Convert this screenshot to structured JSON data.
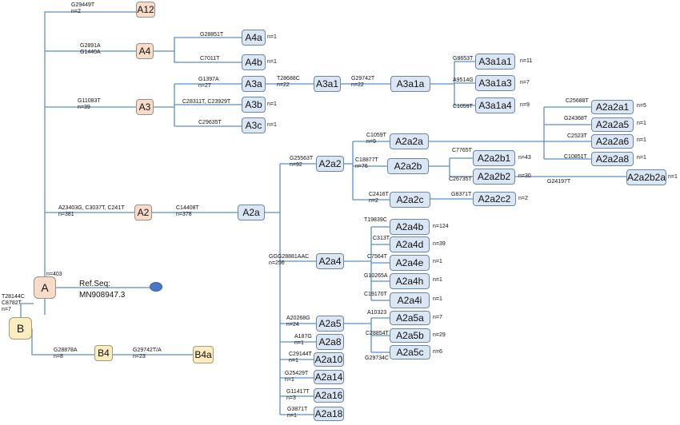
{
  "nodes": [
    {
      "id": "A",
      "label": "A",
      "color": "orange"
    },
    {
      "id": "B",
      "label": "B",
      "color": "yellow"
    },
    {
      "id": "A12",
      "label": "A12",
      "color": "orange"
    },
    {
      "id": "A4",
      "label": "A4",
      "color": "orange"
    },
    {
      "id": "A4a",
      "label": "A4a"
    },
    {
      "id": "A4b",
      "label": "A4b"
    },
    {
      "id": "A3",
      "label": "A3",
      "color": "orange"
    },
    {
      "id": "A3a",
      "label": "A3a"
    },
    {
      "id": "A3b",
      "label": "A3b"
    },
    {
      "id": "A3c",
      "label": "A3c"
    },
    {
      "id": "A3a1",
      "label": "A3a1"
    },
    {
      "id": "A3a1a",
      "label": "A3a1a"
    },
    {
      "id": "A3a1a1",
      "label": "A3a1a1"
    },
    {
      "id": "A3a1a3",
      "label": "A3a1a3"
    },
    {
      "id": "A3a1a4",
      "label": "A3a1a4"
    },
    {
      "id": "A2",
      "label": "A2",
      "color": "orange"
    },
    {
      "id": "A2a",
      "label": "A2a"
    },
    {
      "id": "A2a2",
      "label": "A2a2"
    },
    {
      "id": "A2a2a",
      "label": "A2a2a"
    },
    {
      "id": "A2a2b",
      "label": "A2a2b"
    },
    {
      "id": "A2a2c",
      "label": "A2a2c"
    },
    {
      "id": "A2a2a1",
      "label": "A2a2a1"
    },
    {
      "id": "A2a2a5",
      "label": "A2a2a5"
    },
    {
      "id": "A2a2a6",
      "label": "A2a2a6"
    },
    {
      "id": "A2a2a8",
      "label": "A2a2a8"
    },
    {
      "id": "A2a2b1",
      "label": "A2a2b1"
    },
    {
      "id": "A2a2b2",
      "label": "A2a2b2"
    },
    {
      "id": "A2a2b2a",
      "label": "A2a2b2a"
    },
    {
      "id": "A2a2c2",
      "label": "A2a2c2"
    },
    {
      "id": "A2a4",
      "label": "A2a4"
    },
    {
      "id": "A2a4b",
      "label": "A2a4b"
    },
    {
      "id": "A2a4d",
      "label": "A2a4d"
    },
    {
      "id": "A2a4e",
      "label": "A2a4e"
    },
    {
      "id": "A2a4h",
      "label": "A2a4h"
    },
    {
      "id": "A2a4i",
      "label": "A2a4i"
    },
    {
      "id": "A2a5",
      "label": "A2a5"
    },
    {
      "id": "A2a5a",
      "label": "A2a5a"
    },
    {
      "id": "A2a5b",
      "label": "A2a5b"
    },
    {
      "id": "A2a5c",
      "label": "A2a5c"
    },
    {
      "id": "A2a8",
      "label": "A2a8"
    },
    {
      "id": "A2a10",
      "label": "A2a10"
    },
    {
      "id": "A2a14",
      "label": "A2a14"
    },
    {
      "id": "A2a16",
      "label": "A2a16"
    },
    {
      "id": "A2a18",
      "label": "A2a18"
    },
    {
      "id": "B4",
      "label": "B4",
      "color": "yellow"
    },
    {
      "id": "B4a",
      "label": "B4a",
      "color": "yellow"
    }
  ],
  "edges": [
    {
      "from": "B",
      "to": "A",
      "mutation": "T28144C\nC8782T\nn=7",
      "count": "n=403"
    },
    {
      "from": "A",
      "to": "A12",
      "mutation": "G29449T\nn=2"
    },
    {
      "from": "A",
      "to": "A4",
      "mutation": "G2891A\nG1440A"
    },
    {
      "from": "A4",
      "to": "A4a",
      "mutation": "G28851T",
      "count": "n=1"
    },
    {
      "from": "A4",
      "to": "A4b",
      "mutation": "C7011T",
      "count": "n=1"
    },
    {
      "from": "A",
      "to": "A3",
      "mutation": "G11083T\nn=39"
    },
    {
      "from": "A3",
      "to": "A3a",
      "mutation": "G1397A\nn=27"
    },
    {
      "from": "A3",
      "to": "A3b",
      "mutation": "C28311T, C23929T",
      "count": "n=1"
    },
    {
      "from": "A3",
      "to": "A3c",
      "mutation": "C29635T",
      "count": "n=1"
    },
    {
      "from": "A3a",
      "to": "A3a1",
      "mutation": "T28688C\nn=22"
    },
    {
      "from": "A3a1",
      "to": "A3a1a",
      "mutation": "G29742T\nn=22"
    },
    {
      "from": "A3a1a",
      "to": "A3a1a1",
      "mutation": "G8653T",
      "count": "n=11"
    },
    {
      "from": "A3a1a",
      "to": "A3a1a3",
      "mutation": "A9514G",
      "count": "n=7"
    },
    {
      "from": "A3a1a",
      "to": "A3a1a4",
      "mutation": "C1059T",
      "count": "n=9"
    },
    {
      "from": "A",
      "to": "A2",
      "mutation": "A23403G, C3037T, C241T\nn=381"
    },
    {
      "from": "A2",
      "to": "A2a",
      "mutation": "C14408T\nn=378"
    },
    {
      "from": "A2a",
      "to": "A2a2",
      "mutation": "G25563T\nn=92"
    },
    {
      "from": "A2a2",
      "to": "A2a2a",
      "mutation": "C1059T\nn=9"
    },
    {
      "from": "A2a2",
      "to": "A2a2b",
      "mutation": "C18877T\nn=76"
    },
    {
      "from": "A2a2",
      "to": "A2a2c",
      "mutation": "C2416T\nn=2"
    },
    {
      "from": "A2a2a",
      "to": "A2a2a1",
      "mutation": "C25688T",
      "count": "n=5"
    },
    {
      "from": "A2a2a",
      "to": "A2a2a5",
      "mutation": "G24368T",
      "count": "n=1"
    },
    {
      "from": "A2a2a",
      "to": "A2a2a6",
      "mutation": "C2523T",
      "count": "n=1"
    },
    {
      "from": "A2a2a",
      "to": "A2a2a8",
      "mutation": "C10851T",
      "count": "n=1"
    },
    {
      "from": "A2a2b",
      "to": "A2a2b1",
      "mutation": "C7765T",
      "count": "n=43"
    },
    {
      "from": "A2a2b",
      "to": "A2a2b2",
      "mutation": "C26735T",
      "count": "n=30"
    },
    {
      "from": "A2a2b2",
      "to": "A2a2b2a",
      "mutation": "G24197T",
      "count": "n=1"
    },
    {
      "from": "A2a2c",
      "to": "A2a2c2",
      "mutation": "G8371T",
      "count": "n=2"
    },
    {
      "from": "A2a",
      "to": "A2a4",
      "mutation": "GGG28881AAC\nn=256"
    },
    {
      "from": "A2a4",
      "to": "A2a4b",
      "mutation": "T19839C",
      "count": "n=124"
    },
    {
      "from": "A2a4",
      "to": "A2a4d",
      "mutation": "C313T",
      "count": "n=39"
    },
    {
      "from": "A2a4",
      "to": "A2a4e",
      "mutation": "C7564T",
      "count": "n=1"
    },
    {
      "from": "A2a4",
      "to": "A2a4h",
      "mutation": "G10265A",
      "count": "n=1"
    },
    {
      "from": "A2a4",
      "to": "A2a4i",
      "mutation": "C19170T",
      "count": "n=1"
    },
    {
      "from": "A2a",
      "to": "A2a5",
      "mutation": "A20268G\nn=24"
    },
    {
      "from": "A2a5",
      "to": "A2a5a",
      "mutation": "A10323",
      "count": "n=7"
    },
    {
      "from": "A2a5",
      "to": "A2a5b",
      "mutation": "C28854T",
      "count": "n=29"
    },
    {
      "from": "A2a5",
      "to": "A2a5c",
      "mutation": "G29734C",
      "count": "n=6"
    },
    {
      "from": "A2a",
      "to": "A2a8",
      "mutation": "A187G\nn=1"
    },
    {
      "from": "A2a",
      "to": "A2a10",
      "mutation": "C29144T\nn=1"
    },
    {
      "from": "A2a",
      "to": "A2a14",
      "mutation": "G25429T\nn=1"
    },
    {
      "from": "A2a",
      "to": "A2a16",
      "mutation": "G11417T\nn=3"
    },
    {
      "from": "A2a",
      "to": "A2a18",
      "mutation": "G3871T\nn=1"
    },
    {
      "from": "B",
      "to": "B4",
      "mutation": "G28878A\nn=8"
    },
    {
      "from": "B4",
      "to": "B4a",
      "mutation": "G29742T/A\nn=23"
    }
  ],
  "reference": {
    "label": "Ref.Seq:",
    "accession": "MN908947.3"
  },
  "colors": {
    "line": "#5b8fc4",
    "blue_fill": "#dbe6f4",
    "orange_fill": "#f8dcc9",
    "yellow_fill": "#fbedbf",
    "ref_dot": "#4a78c6"
  }
}
